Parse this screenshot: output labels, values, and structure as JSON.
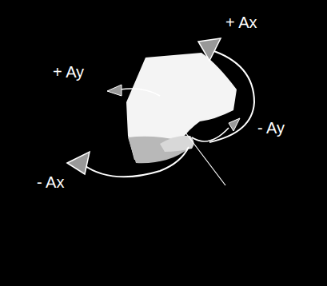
{
  "diagram": {
    "labels": [
      "+ Ax",
      "+ Ay",
      "- Ax",
      "- Ay"
    ]
  }
}
